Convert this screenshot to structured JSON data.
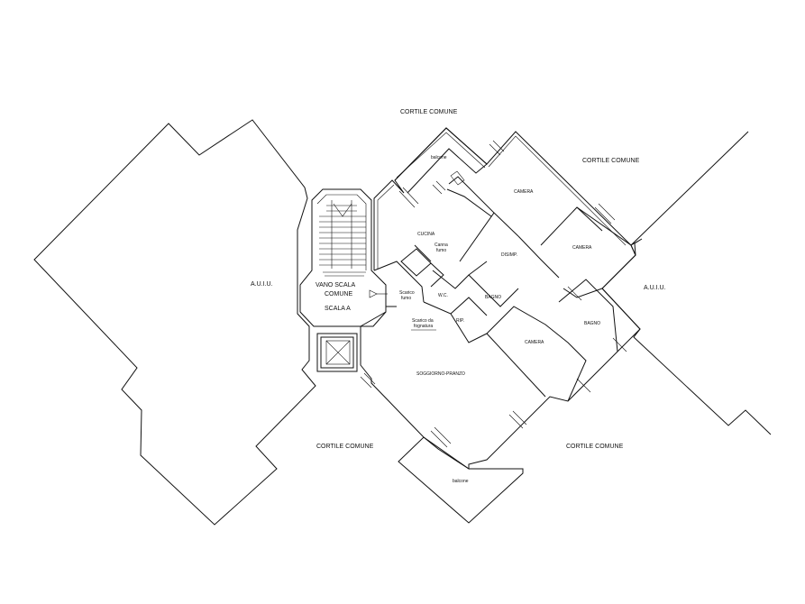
{
  "header": {
    "scale_fragment": ""
  },
  "labels": {
    "cortile_top": "CORTILE COMUNE",
    "cortile_right_top": "CORTILE COMUNE",
    "cortile_left_bottom": "CORTILE COMUNE",
    "cortile_right_bottom": "CORTILE COMUNE",
    "aui_left": "A.U.I.U.",
    "aui_right": "A.U.I.U.",
    "balcone_top": "balcone",
    "balcone_bottom": "balcone",
    "camera1": "CAMERA",
    "camera2": "CAMERA",
    "camera3": "CAMERA",
    "cucina": "CUCINA",
    "disimp": "DISIMP.",
    "bagno1": "BAGNO",
    "bagno2": "BAGNO",
    "rip": "RIP.",
    "wc": "W.C.",
    "soggiorno": "SOGGIORNO-PRANZO",
    "vano_scala_1": "VANO SCALA",
    "vano_scala_2": "COMUNE",
    "scala_a": "SCALA A",
    "note_canna_1": "Canna",
    "note_canna_2": "fumo",
    "note_scarico_1": "Scarico",
    "note_scarico_2": "fumo",
    "note_scarico_3": "Scarico da",
    "note_scarico_4": "fognatura"
  },
  "colors": {
    "line": "#111111",
    "background": "#ffffff"
  }
}
